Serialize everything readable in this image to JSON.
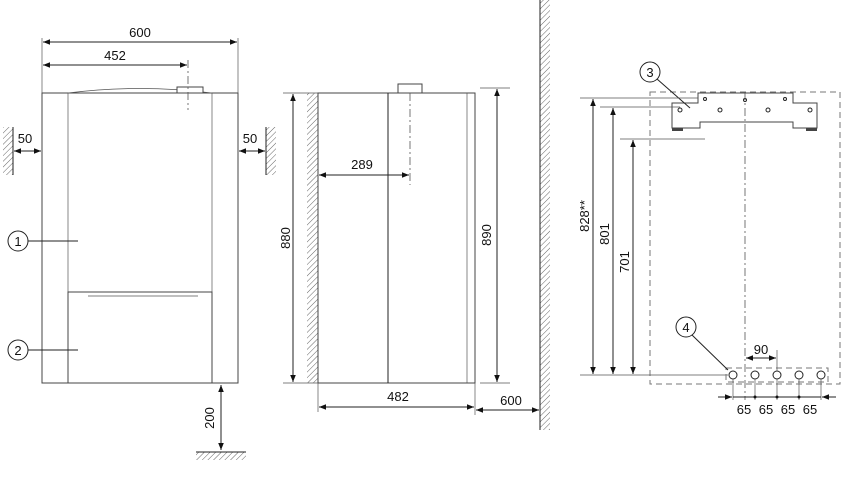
{
  "front_view": {
    "width_total": "600",
    "flue_offset": "452",
    "clearance_left": "50",
    "clearance_right": "50",
    "clearance_bottom": "200",
    "callout_1": "1",
    "callout_2": "2"
  },
  "side_view": {
    "height_body": "880",
    "flue_depth": "289",
    "height_total": "890",
    "depth": "482",
    "front_clearance": "600"
  },
  "wall_template": {
    "callout_3": "3",
    "callout_4": "4",
    "height_828": "828**",
    "height_801": "801",
    "height_701": "701",
    "pipe_offset": "90",
    "pipe_spacings": [
      "65",
      "65",
      "65",
      "65"
    ]
  }
}
